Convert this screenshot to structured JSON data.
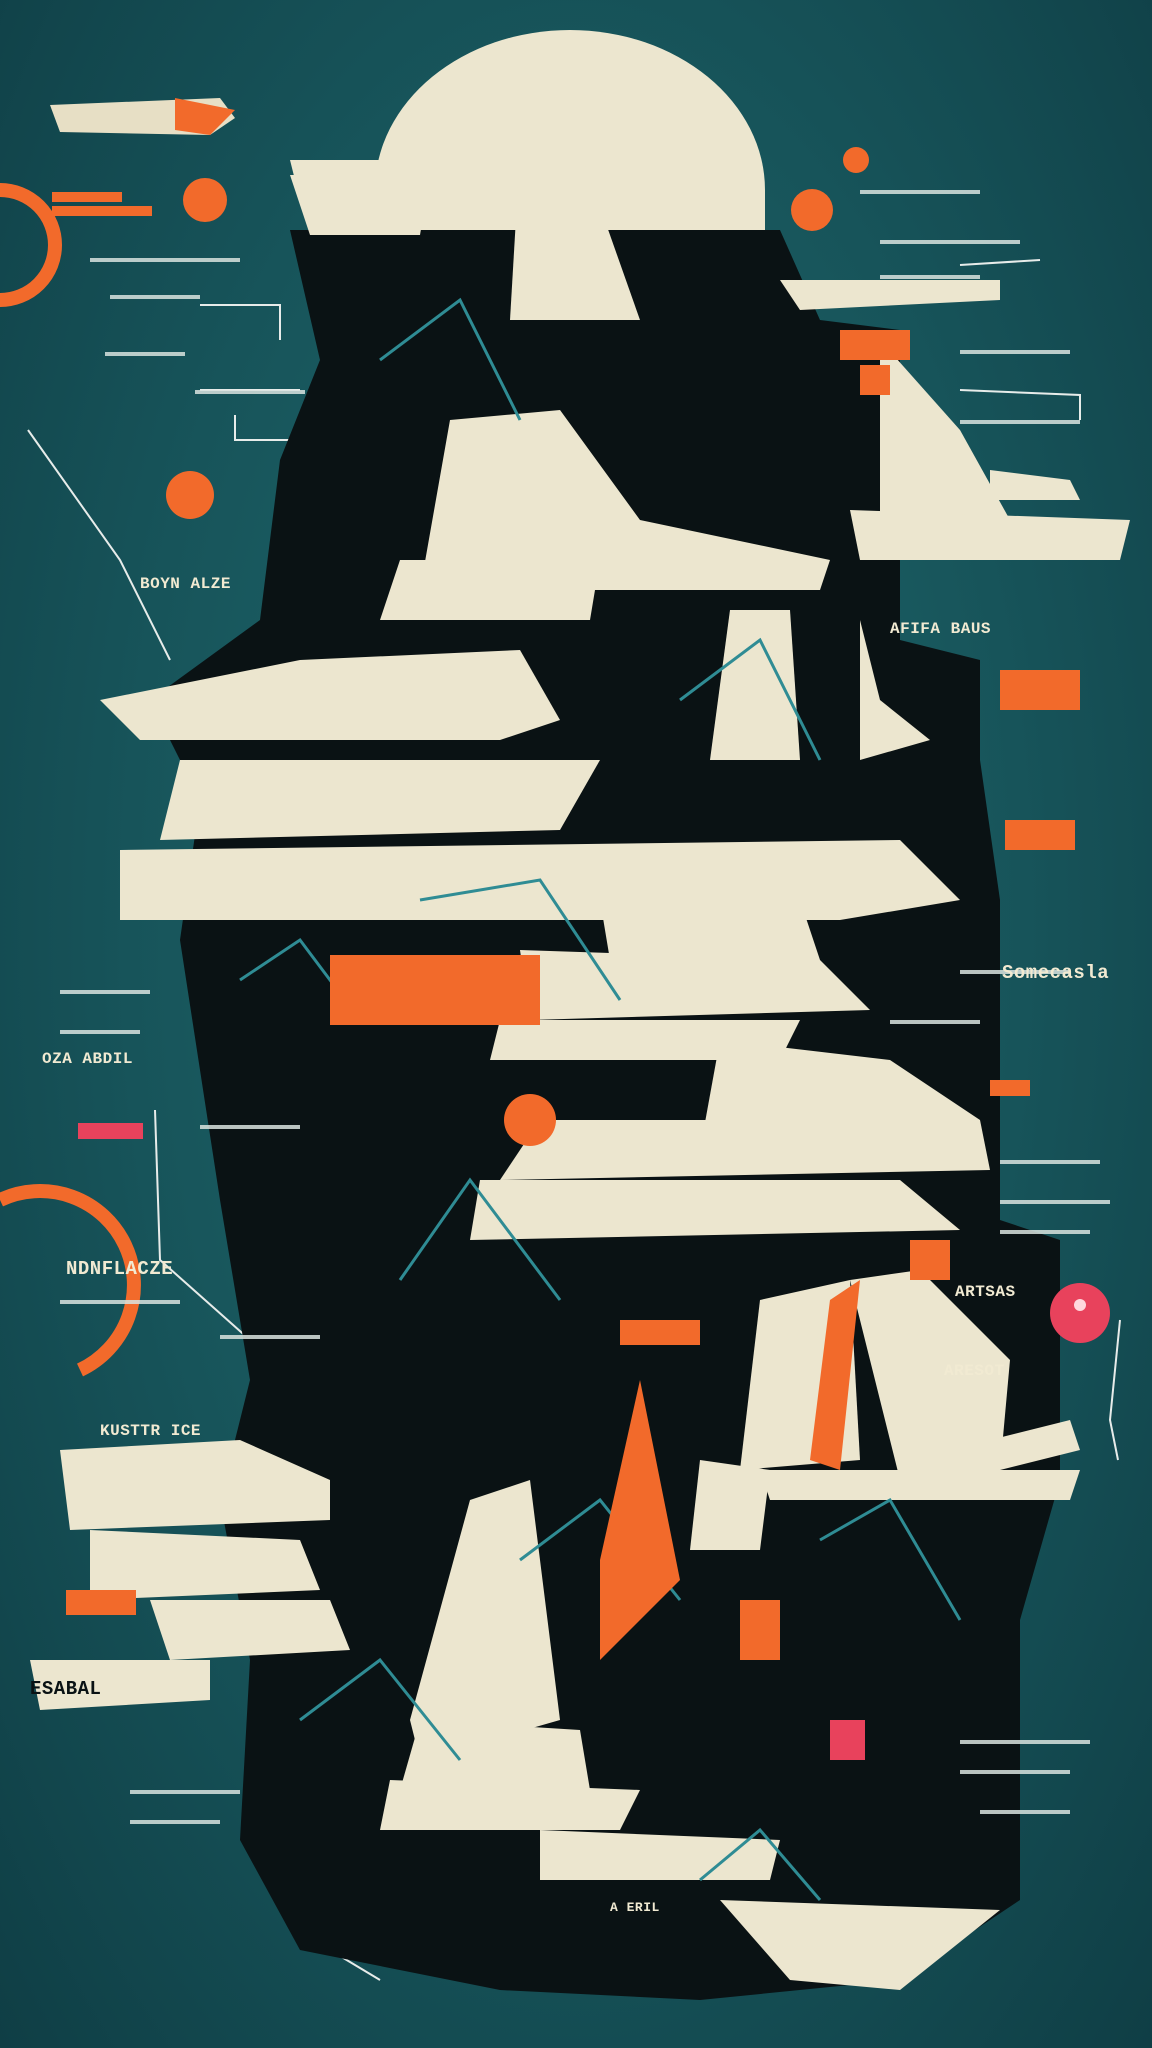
{
  "colors": {
    "background": "#1a5a5e",
    "teal_dark": "#0f3e45",
    "ship_cream": "#ece6cf",
    "shadow_black": "#0a1214",
    "accent_orange": "#f26a2b",
    "accent_pink": "#e8425c",
    "line_white": "#e7ecea"
  },
  "labels": {
    "l1": "BOYN ALZE",
    "l2": "OZA ABDIL",
    "l3": "NDNFLACZE",
    "l4": "KUSTTR ICE",
    "l5": "ESABAL",
    "l6": "Somecasla",
    "l7": "AFIFA BAUS",
    "l8": "ARTSAS",
    "l9": "ARESOT",
    "l10": "A ERIL"
  },
  "icons": [
    "moon-disc",
    "orange-sun-disc",
    "pink-balloon-icon"
  ]
}
